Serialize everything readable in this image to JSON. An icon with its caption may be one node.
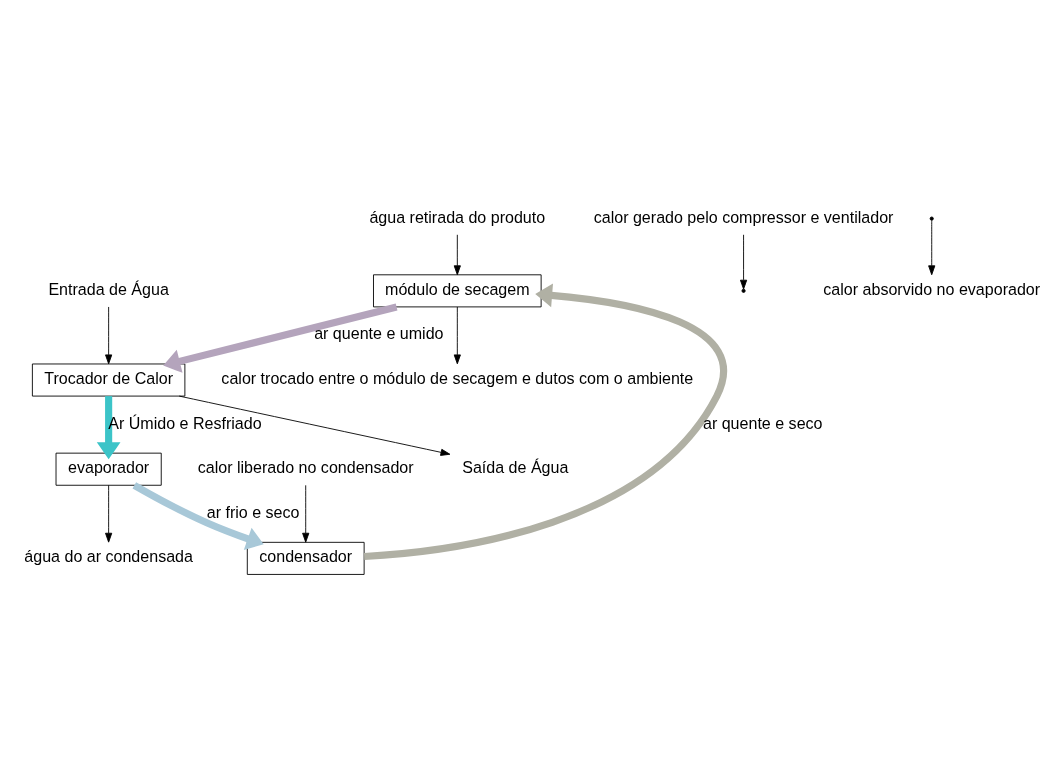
{
  "diagram": {
    "nodes": [
      {
        "text": [
          "módulo de secagem"
        ]
      },
      {
        "text": [
          "Trocador de Calor"
        ]
      },
      {
        "text": [
          "evaporador"
        ]
      },
      {
        "text": [
          "condensador"
        ]
      },
      {
        "text": [
          "Saída de Água"
        ]
      },
      {
        "text": [
          "Entrada de Água"
        ]
      },
      {
        "text": [
          "calor trocado entre o módulo de secagem e dutos com o ambiente"
        ]
      },
      {
        "text": [
          "água retirada do produto"
        ]
      },
      {
        "text": [
          "calor gerado pelo compressor e ventilador"
        ]
      },
      {
        "text": [
          "água do ar condensada"
        ]
      },
      {
        "text": [
          "calor absorvido no evaporador"
        ]
      },
      {
        "text": [
          "calor liberado no condensador"
        ]
      }
    ],
    "edges": [
      {
        "from": 0,
        "to": 1,
        "arrow": "to",
        "label": "ar quente e umido",
        "style": "thick",
        "color": "#b4a4bc"
      },
      {
        "from": 1,
        "to": 2,
        "arrow": "to",
        "label": "Ar Úmido e Resfriado",
        "style": "thick",
        "color": "#3cc4c8"
      },
      {
        "from": 2,
        "to": 3,
        "arrow": "to",
        "label": "ar frio e seco",
        "style": "thick",
        "color": "#a8c8d8"
      },
      {
        "from": 3,
        "to": 0,
        "arrow": "to",
        "label": "ar quente e seco",
        "style": "thick",
        "color": "#b0b0a4"
      },
      {
        "from": 1,
        "to": 4,
        "arrow": "to"
      },
      {
        "from": 5,
        "to": 1,
        "arrow": "to"
      },
      {
        "from": 0,
        "to": 6,
        "arrow": "to"
      },
      {
        "from": 7,
        "to": 0,
        "arrow": "to"
      },
      {
        "from": 8,
        "to": null,
        "arrow": "to"
      },
      {
        "from": 2,
        "to": 9,
        "arrow": "to"
      },
      {
        "from": null,
        "to": 10,
        "arrow": "to"
      },
      {
        "from": 11,
        "to": 3,
        "arrow": "to"
      }
    ]
  }
}
